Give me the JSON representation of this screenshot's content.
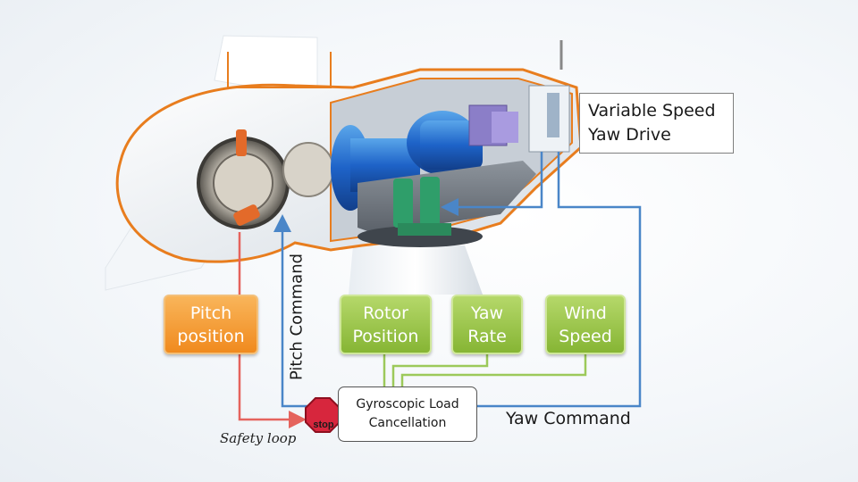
{
  "nodes": {
    "variable_speed_yaw_drive": "Variable Speed\nYaw Drive",
    "pitch_position": "Pitch\nposition",
    "rotor_position": "Rotor\nPosition",
    "yaw_rate": "Yaw\nRate",
    "wind_speed": "Wind\nSpeed",
    "gyroscopic_load_cancellation": "Gyroscopic Load\nCancellation",
    "stop": "stop"
  },
  "edges": {
    "pitch_command": "Pitch Command",
    "yaw_command": "Yaw Command",
    "safety_loop": "Safety loop"
  },
  "colors": {
    "orange_box": "#f08a1e",
    "green_box": "#86b534",
    "signal_blue": "#4a86c8",
    "signal_green": "#9cc95a",
    "signal_red": "#e5635d",
    "stop_red": "#d7263d",
    "nacelle_outline": "#e87d1e"
  }
}
